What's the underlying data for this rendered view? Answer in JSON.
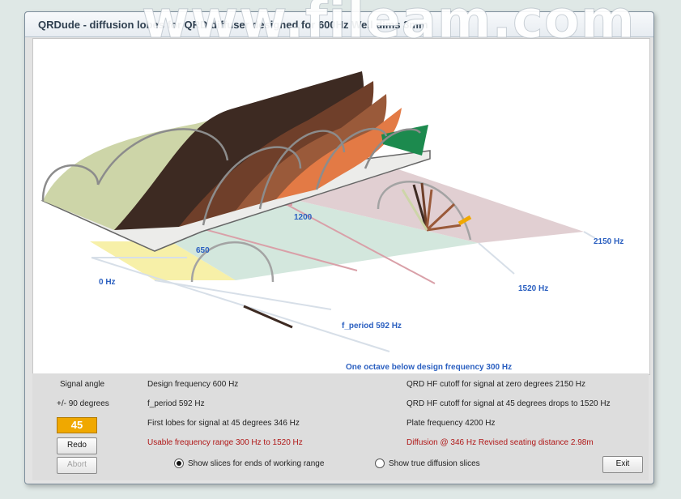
{
  "window": {
    "title": "QRDude - diffusion lobes for QRD diffuser designed for 600Hz  Well dims 3mm"
  },
  "watermark": "www.fileam.com",
  "plot": {
    "freq_labels": {
      "zero": "0 Hz",
      "f650": "650",
      "f1200": "1200",
      "f2150": "2150 Hz",
      "f1520": "1520 Hz",
      "f_period": "f_period  592 Hz",
      "octave": "One octave below design frequency  300 Hz"
    },
    "colors": {
      "lobe1": "#cdd5a8",
      "lobe2": "#3d2a22",
      "lobe3": "#6f3f2a",
      "lobe4": "#9a5a3a",
      "lobe5": "#e37a45",
      "lobe6": "#1c8a4e",
      "plane_low": "#f7f0a8",
      "plane_mid": "#d3e7dd",
      "plane_high": "#e1cfd2",
      "plane_base": "#b3b3de"
    }
  },
  "panel": {
    "signal_angle_label": "Signal angle",
    "range_label": "+/- 90 degrees",
    "angle_value": "45",
    "redo_label": "Redo",
    "abort_label": "Abort",
    "design_freq": "Design frequency  600 Hz",
    "f_period": "f_period  592 Hz",
    "first_lobes": "First lobes for signal at  45 degrees  346 Hz",
    "usable_range": "Usable frequency range  300 Hz to  1520 Hz",
    "hf_zero": "QRD HF cutoff for signal at zero degrees  2150 Hz",
    "hf_45": "QRD HF cutoff for signal at  45 degrees drops to  1520 Hz",
    "plate_freq": "Plate frequency  4200 Hz",
    "diffusion": "Diffusion @ 346 Hz Revised seating distance 2.98m",
    "radio_working": "Show slices for ends of working range",
    "radio_true": "Show true diffusion slices",
    "exit_label": "Exit"
  }
}
